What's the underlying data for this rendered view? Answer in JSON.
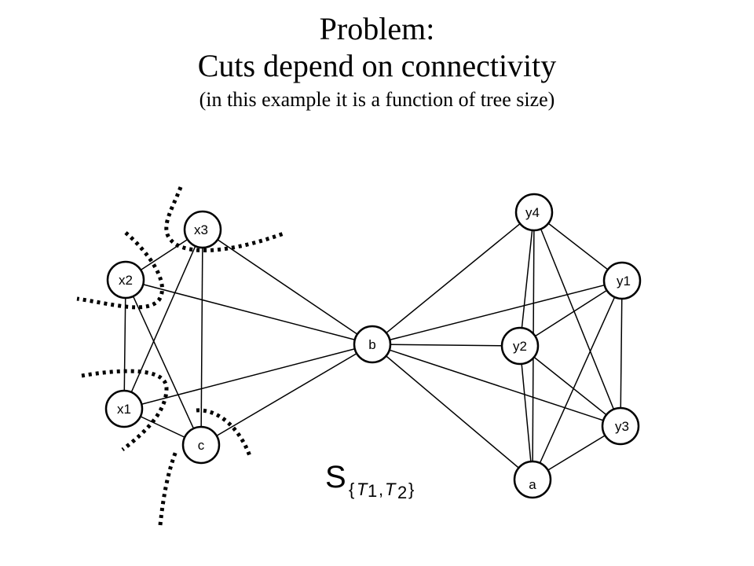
{
  "title": {
    "line1": "Problem:",
    "line2": "Cuts depend on connectivity",
    "line3": "(in this example it is a function of tree size)"
  },
  "nodes": {
    "x3": "x3",
    "x2": "x2",
    "x1": "x1",
    "c": "c",
    "b": "b",
    "y4": "y4",
    "y1": "y1",
    "y2": "y2",
    "y3": "y3",
    "a": "a"
  },
  "set_label": {
    "symbol": "S",
    "open": "{",
    "t1": "T",
    "sub1": "1",
    "comma": ",",
    "t2": "T",
    "sub2": "2",
    "close": "}"
  }
}
